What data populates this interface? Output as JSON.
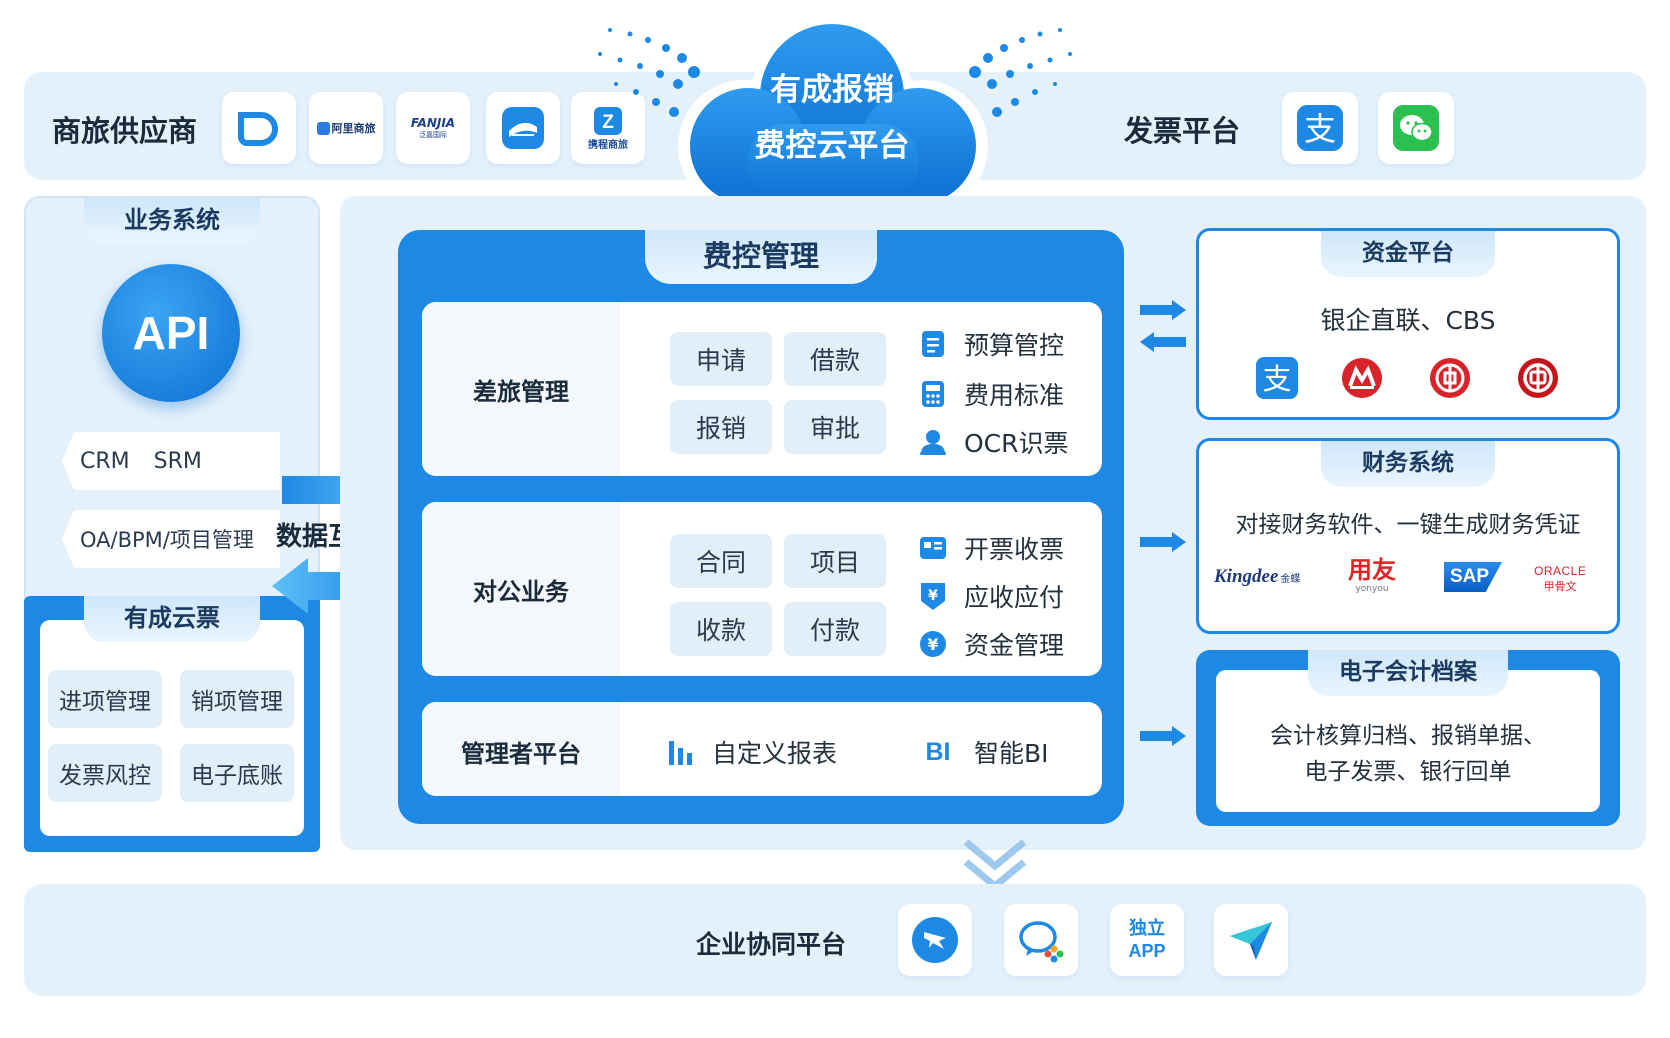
{
  "cloud": {
    "line1": "有成报销",
    "line2": "费控云平台"
  },
  "top": {
    "suppliers_label": "商旅供应商",
    "invoice_label": "发票平台",
    "supplier_logos": {
      "ali": "阿里商旅",
      "fanjia": "FANJIA",
      "fanjia_sub": "泛嘉国际",
      "ctrip": "携程商旅"
    }
  },
  "business": {
    "title": "业务系统",
    "api": "API",
    "crm": "CRM",
    "srm": "SRM",
    "oa": "OA/BPM/项目管理",
    "data_link": "数据互联"
  },
  "cloud_invoice": {
    "title": "有成云票",
    "items": [
      "进项管理",
      "销项管理",
      "发票风控",
      "电子底账"
    ]
  },
  "expense": {
    "title": "费控管理",
    "travel": {
      "label": "差旅管理",
      "chips": [
        "申请",
        "借款",
        "报销",
        "审批"
      ],
      "features": [
        "预算管控",
        "费用标准",
        "OCR识票"
      ]
    },
    "corporate": {
      "label": "对公业务",
      "chips": [
        "合同",
        "项目",
        "收款",
        "付款"
      ],
      "features": [
        "开票收票",
        "应收应付",
        "资金管理"
      ]
    },
    "manager": {
      "label": "管理者平台",
      "report": "自定义报表",
      "bi_icon": "BI",
      "bi": "智能BI"
    }
  },
  "fund": {
    "title": "资金平台",
    "desc": "银企直联、CBS"
  },
  "finance": {
    "title": "财务系统",
    "desc": "对接财务软件、一键生成财务凭证",
    "logos": {
      "kingdee": "Kingdee",
      "kingdee_cn": "金蝶",
      "yonyou": "用友",
      "yonyou_sub": "yonyou",
      "sap": "SAP",
      "oracle": "ORACLE",
      "oracle_cn": "甲骨文"
    }
  },
  "archive": {
    "title": "电子会计档案",
    "line1": "会计核算归档、报销单据、",
    "line2": "电子发票、银行回单"
  },
  "bottom": {
    "label": "企业协同平台",
    "app_line1": "独立",
    "app_line2": "APP"
  },
  "colors": {
    "primary": "#1e88e5",
    "band": "#e4f1fb",
    "chip": "#e2eef8"
  }
}
